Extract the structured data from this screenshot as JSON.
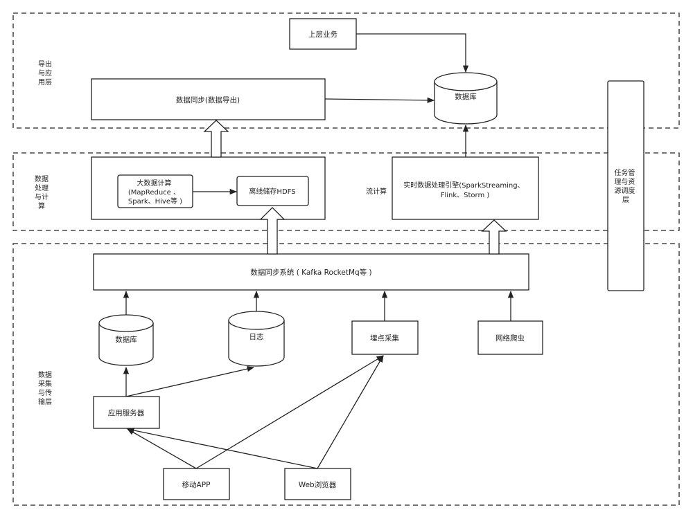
{
  "layers": {
    "export": [
      "导出",
      "与应",
      "用层"
    ],
    "processing": [
      "数据",
      "处理",
      "与计",
      "算"
    ],
    "collection": [
      "数据",
      "采集",
      "与传",
      "输层"
    ]
  },
  "nodes": {
    "upper_business": "上层业务",
    "database_top": "数据库",
    "data_sync_export": "数据同步(数据导出)",
    "batch_compute": [
      "大数据计算",
      "(MapReduce 、",
      "Spark、Hive等 )"
    ],
    "offline_hdfs": "离线储存HDFS",
    "stream_label": "流计算",
    "realtime_engine": [
      "实时数据处理引擎(SparkStreaming、",
      "Flink、Storm )"
    ],
    "data_sync_system": "数据同步系统 ( Kafka RocketMq等 )",
    "database_bottom": "数据库",
    "logs": "日志",
    "tracking": "埋点采集",
    "crawler": "网络爬虫",
    "app_server": "应用服务器",
    "mobile_app": "移动APP",
    "web_browser": "Web浏览器",
    "task_management": [
      "任务管",
      "理与资",
      "源调度",
      "层"
    ]
  }
}
